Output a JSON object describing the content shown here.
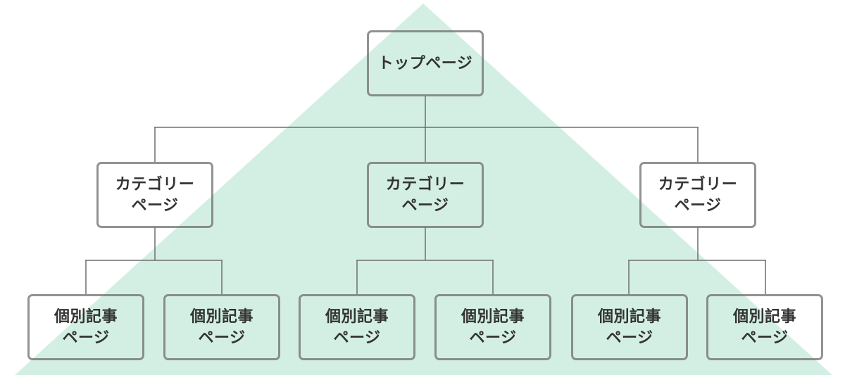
{
  "colors": {
    "background": "#ffffff",
    "triangle": "#d3efe3",
    "line": "rgba(110,110,110,0.75)",
    "text": "#333333"
  },
  "nodes": {
    "top": {
      "label": "トップページ"
    },
    "category1": {
      "label": "カテゴリー\nページ"
    },
    "category2": {
      "label": "カテゴリー\nページ"
    },
    "category3": {
      "label": "カテゴリー\nページ"
    },
    "article1": {
      "label": "個別記事\nページ"
    },
    "article2": {
      "label": "個別記事\nページ"
    },
    "article3": {
      "label": "個別記事\nページ"
    },
    "article4": {
      "label": "個別記事\nページ"
    },
    "article5": {
      "label": "個別記事\nページ"
    },
    "article6": {
      "label": "個別記事\nページ"
    }
  }
}
